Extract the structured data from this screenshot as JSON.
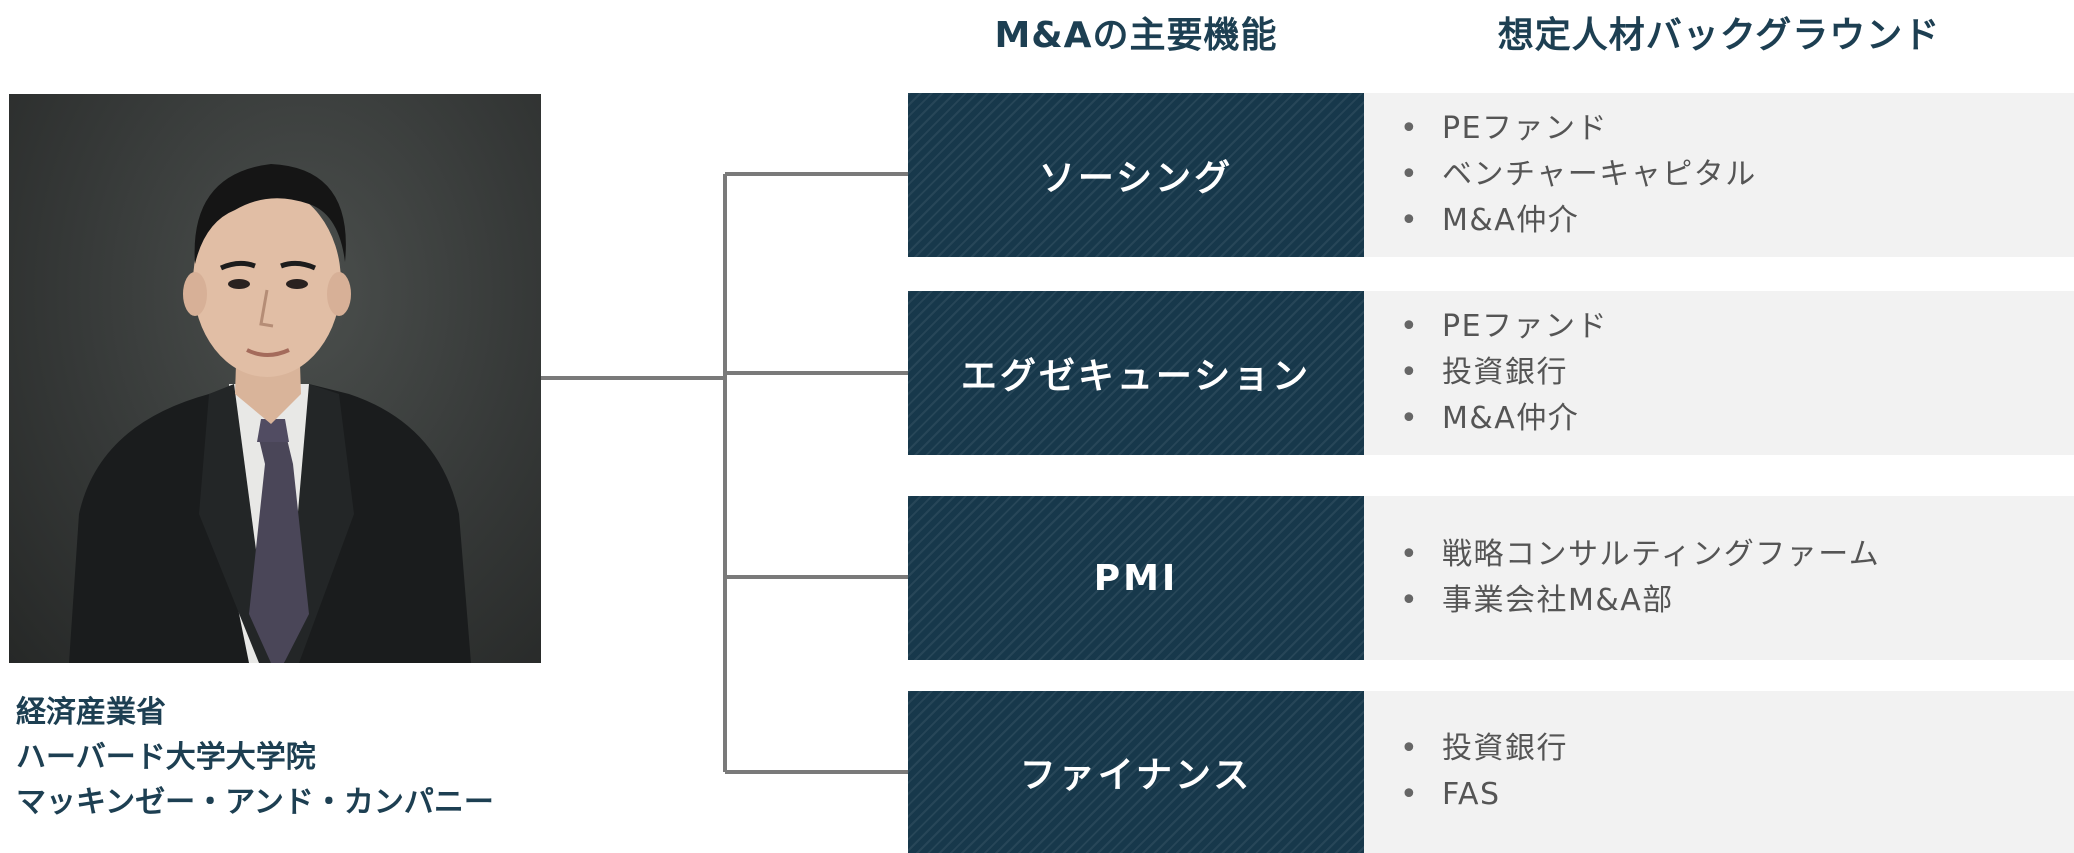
{
  "headers": {
    "functions": "M&Aの主要機能",
    "backgrounds": "想定人材バックグラウンド"
  },
  "profile": {
    "lines": [
      "経済産業省",
      "ハーバード大学大学院",
      "マッキンゼー・アンド・カンパニー"
    ]
  },
  "rows": [
    {
      "function": "ソーシング",
      "backgrounds": [
        "PEファンド",
        "ベンチャーキャピタル",
        "M&A仲介"
      ]
    },
    {
      "function": "エグゼキューション",
      "backgrounds": [
        "PEファンド",
        "投資銀行",
        "M&A仲介"
      ]
    },
    {
      "function": "PMI",
      "backgrounds": [
        "戦略コンサルティングファーム",
        "事業会社M&A部"
      ]
    },
    {
      "function": "ファイナンス",
      "backgrounds": [
        "投資銀行",
        "FAS"
      ]
    }
  ],
  "colors": {
    "navy": "#17384b",
    "header_text": "#1d3f52",
    "light_panel": "#f2f2f2",
    "connector": "#7a7a7a"
  },
  "bullet_glyph": "•"
}
